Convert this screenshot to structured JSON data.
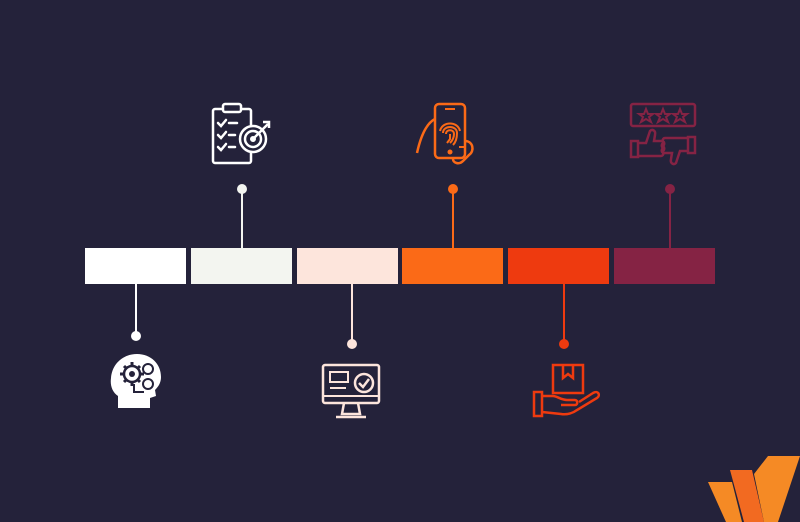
{
  "timeline": {
    "stages": [
      {
        "icon": "head-gears-icon",
        "color": "#ffffff",
        "marker": "below"
      },
      {
        "icon": "checklist-target-icon",
        "color": "#f3f5f0",
        "marker": "above"
      },
      {
        "icon": "monitor-check-icon",
        "color": "#fde5dc",
        "marker": "below"
      },
      {
        "icon": "phone-fingerprint-icon",
        "color": "#fb6a17",
        "marker": "above"
      },
      {
        "icon": "hand-box-icon",
        "color": "#ee3a0f",
        "marker": "below"
      },
      {
        "icon": "rating-thumbs-icon",
        "color": "#852344",
        "marker": "above"
      }
    ]
  },
  "brand": {
    "logo": "brand-logo",
    "colors": [
      "#f58a25",
      "#f26a21"
    ]
  }
}
